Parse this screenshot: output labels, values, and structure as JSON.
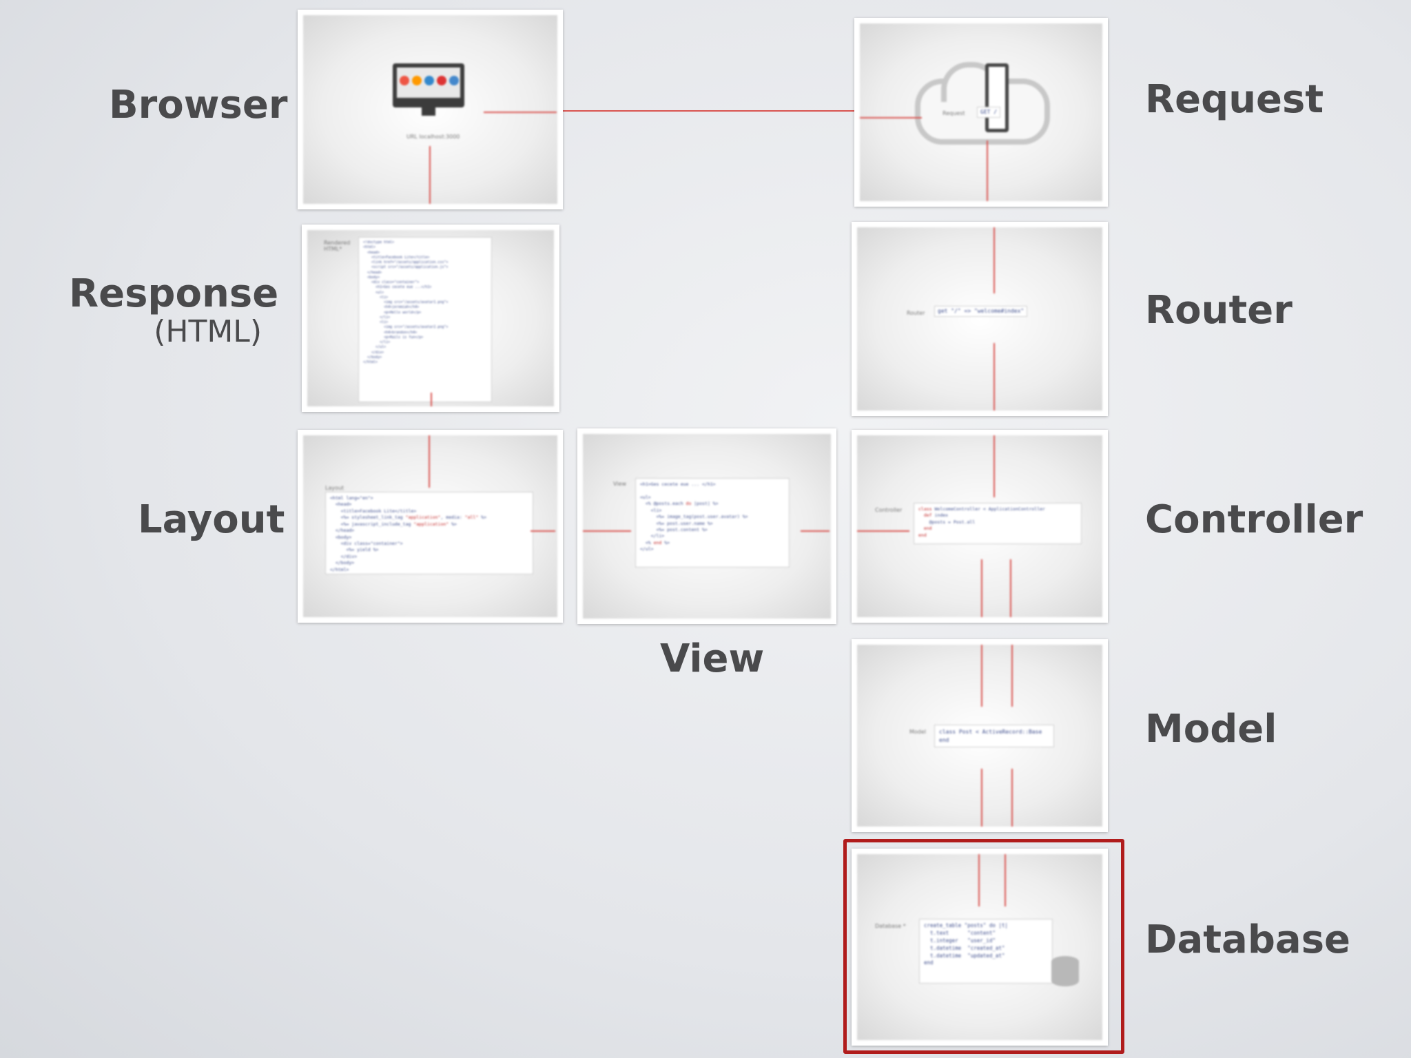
{
  "labels": {
    "browser": "Browser",
    "request": "Request",
    "response": "Response",
    "response_sub": "(HTML)",
    "router": "Router",
    "layout": "Layout",
    "controller": "Controller",
    "view": "View",
    "model": "Model",
    "database": "Database"
  },
  "thumbs": {
    "browser_url": "URL localhost:3000",
    "request_tag": "Request",
    "request_code": "GET /",
    "response_tag": "Rendered HTML*",
    "router_tag": "Router",
    "router_code": "get \"/\" => \"welcome#index\"",
    "layout_tag": "Layout",
    "view_tag": "View",
    "controller_tag": "Controller",
    "model_tag": "Model",
    "model_code": "class Post < ActiveRecord::Base\nend",
    "database_tag": "Database *",
    "database_code": "create_table \"posts\" do |t|\n  t.text      \"content\"\n  t.integer   \"user_id\"\n  t.datetime  \"created_at\"\n  t.datetime  \"updated_at\"\nend"
  },
  "colors": {
    "arrow": "#d9534f",
    "highlight": "#b01c1c",
    "label": "#4a4a4c"
  }
}
